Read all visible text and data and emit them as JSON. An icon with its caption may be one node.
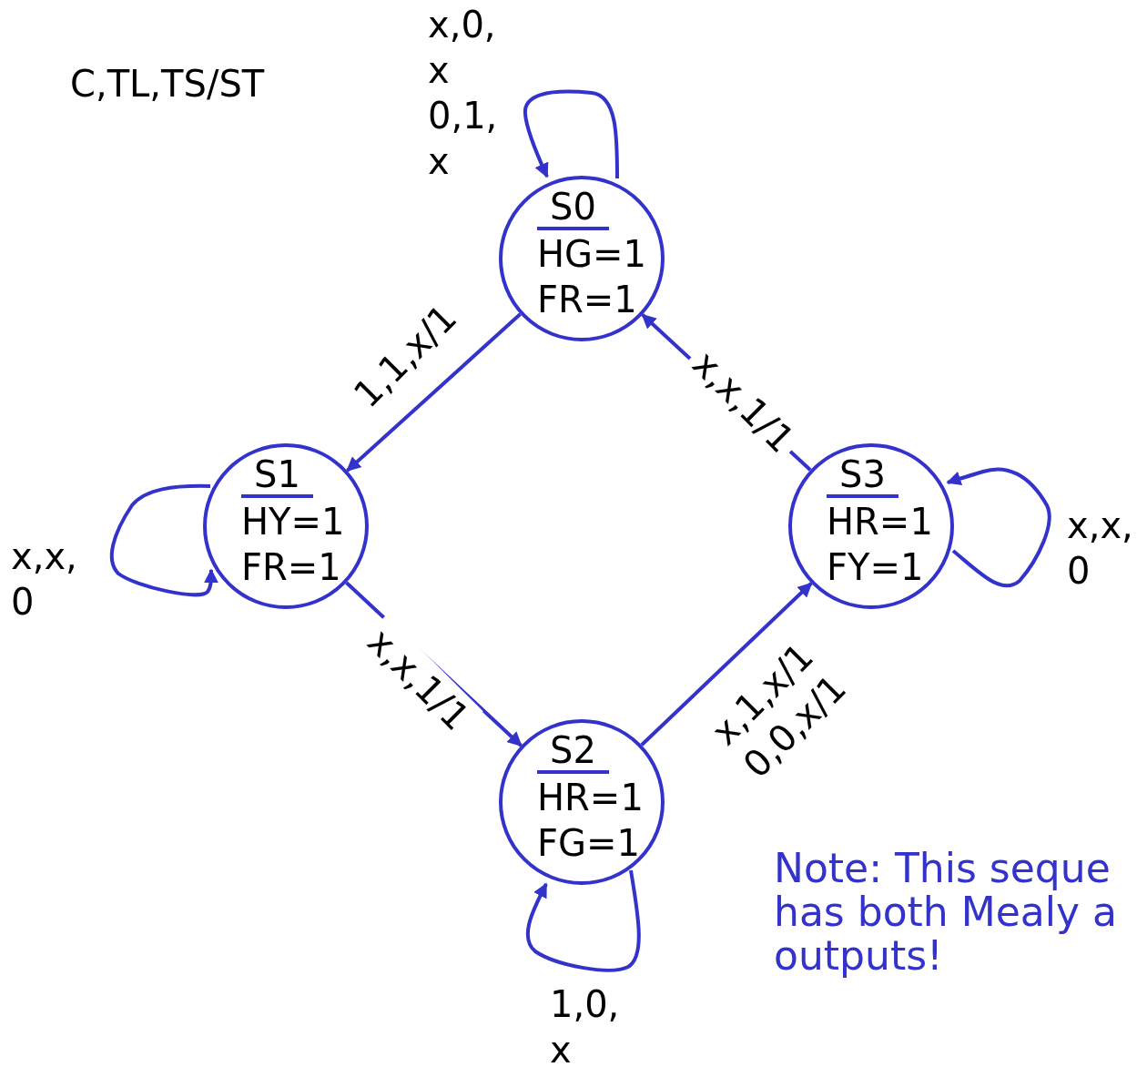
{
  "diagram": {
    "nodes": [
      {
        "text": [
          "S0",
          "HG=1",
          "FR=1"
        ]
      },
      {
        "text": [
          "S1",
          "HY=1",
          "FR=1"
        ]
      },
      {
        "text": [
          "S2",
          "HR=1",
          "FG=1"
        ]
      },
      {
        "text": [
          "S3",
          "HR=1",
          "FY=1"
        ]
      }
    ],
    "edges": [
      {
        "from": 0,
        "to": 1,
        "arrow": "to",
        "label": "1,1,x/1"
      },
      {
        "from": 1,
        "to": 2,
        "arrow": "to",
        "label": "x,x,1/1"
      },
      {
        "from": 2,
        "to": 3,
        "arrow": "to",
        "label": "x,1,x/1 0,0,x/1"
      },
      {
        "from": 3,
        "to": 0,
        "arrow": "to",
        "label": "x,x,1/1"
      },
      {
        "from": 0,
        "to": 0,
        "arrow": "to",
        "label": "x,0, x 0,1, x"
      },
      {
        "from": 1,
        "to": 1,
        "arrow": "to",
        "label": "x,x, 0"
      },
      {
        "from": 2,
        "to": 2,
        "arrow": "to",
        "label": "1,0, x"
      },
      {
        "from": 3,
        "to": 3,
        "arrow": "to",
        "label": "x,x, 0"
      }
    ],
    "labels": [
      "C,TL,TS/ST",
      "Note: This seque has both Mealy a outputs!"
    ]
  }
}
